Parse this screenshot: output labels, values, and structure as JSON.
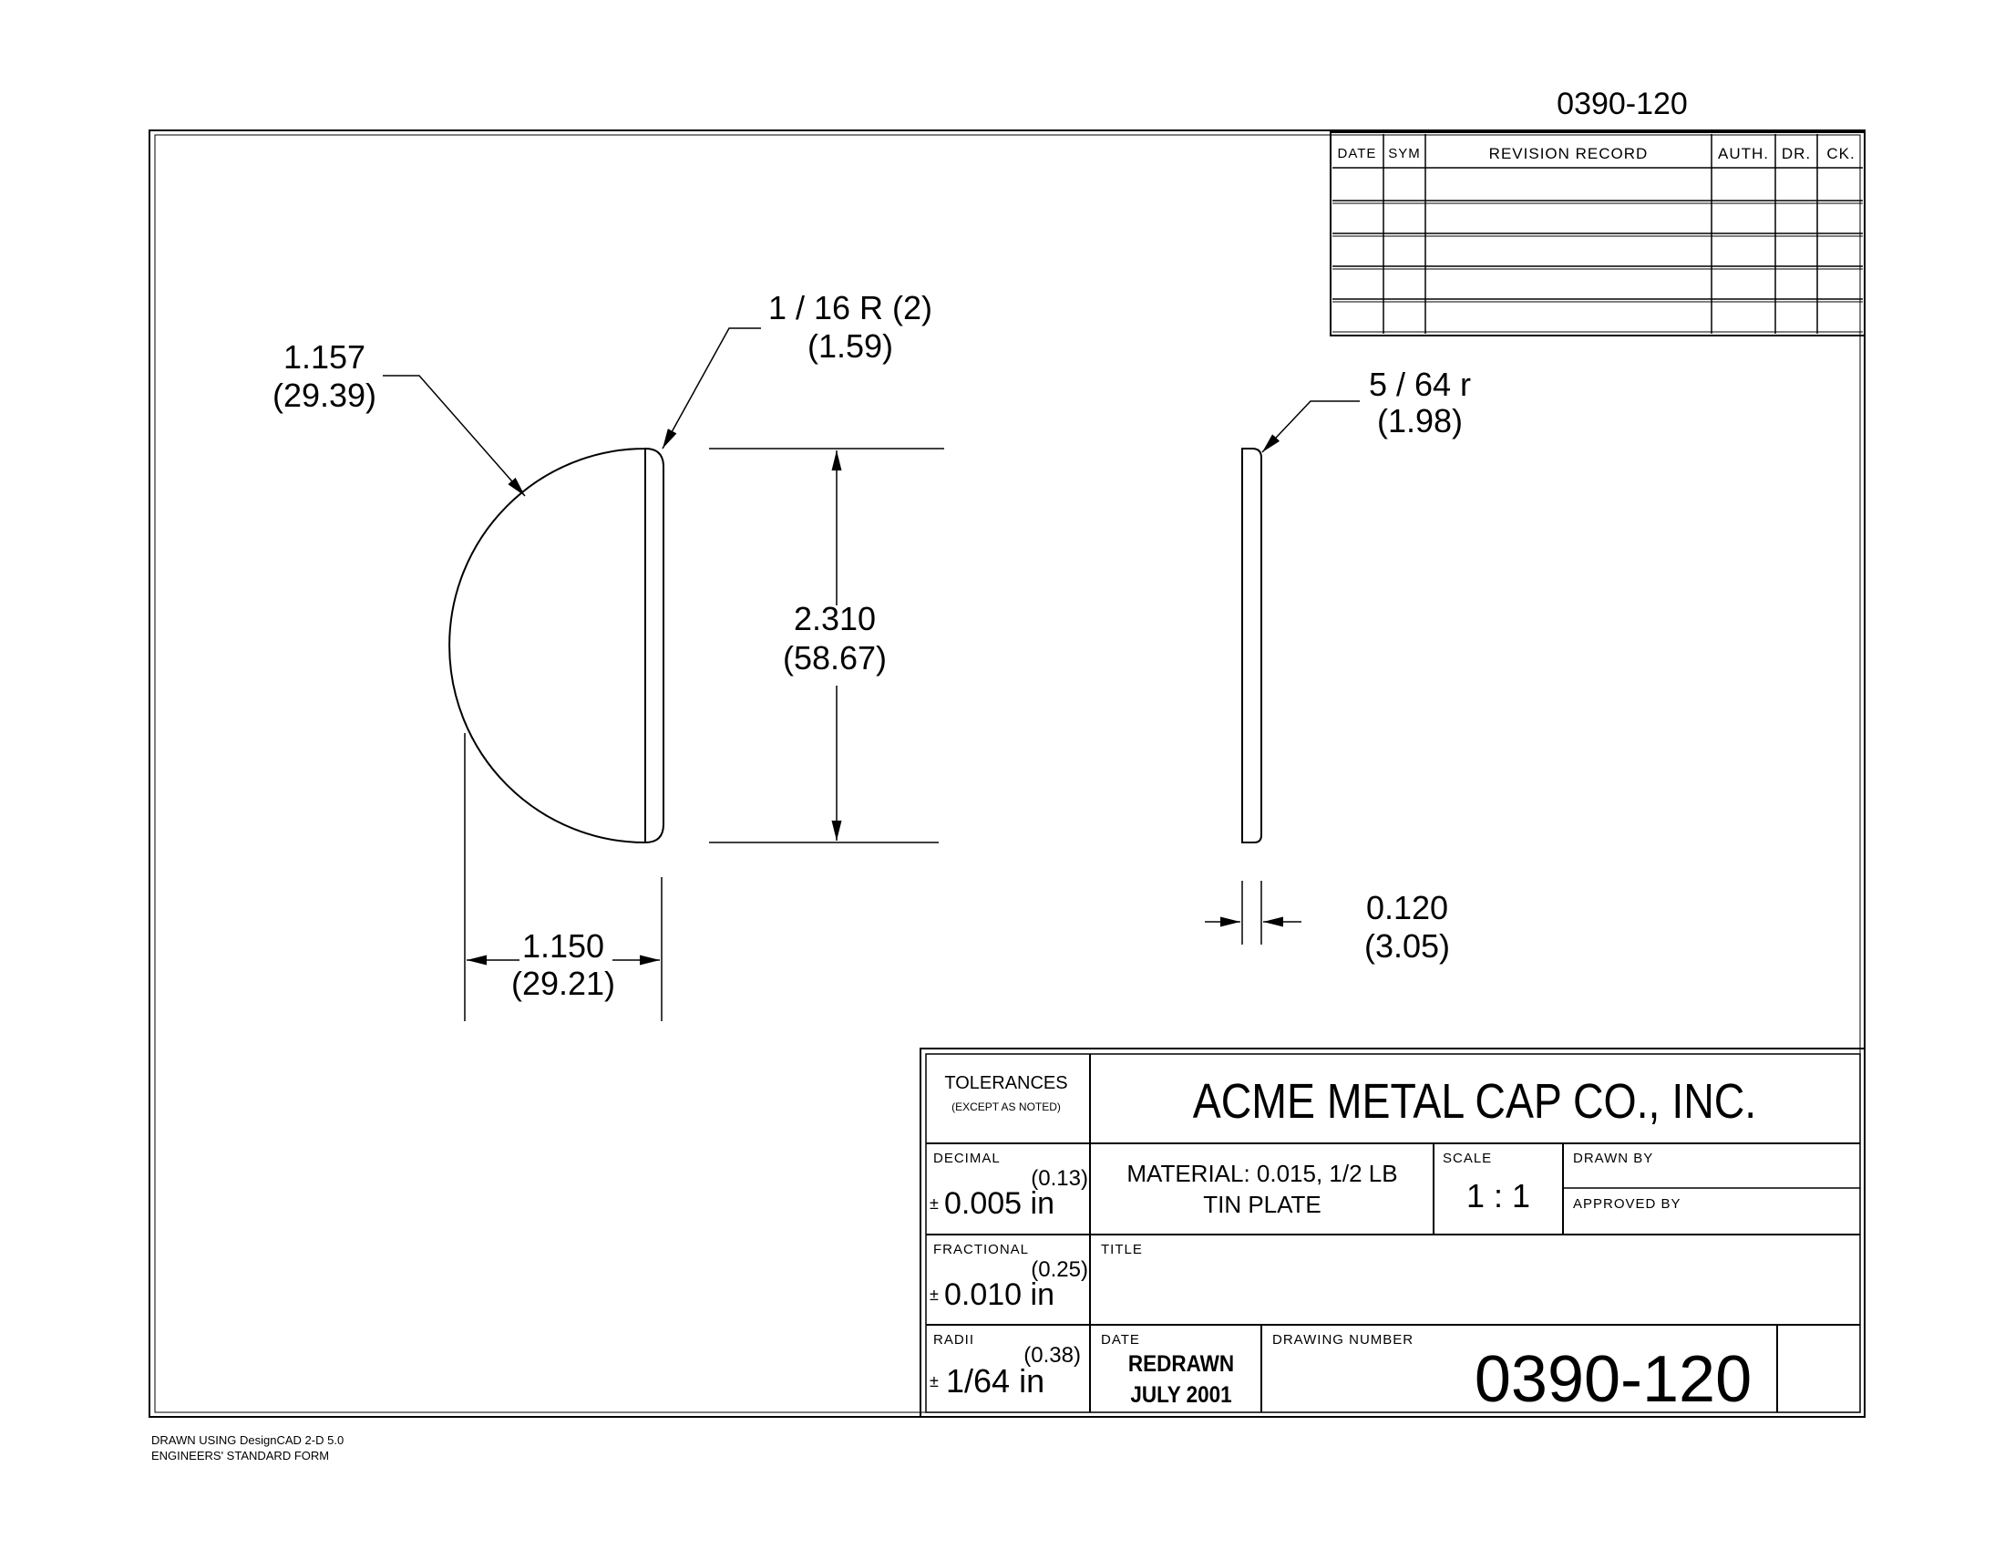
{
  "header": {
    "drawing_number_top": "0390-120"
  },
  "revision_record": {
    "headers": {
      "date": "DATE",
      "sym": "SYM",
      "record": "REVISION RECORD",
      "auth": "AUTH.",
      "dr": "DR.",
      "ck": "CK."
    },
    "rows": 5
  },
  "dimensions": {
    "top_radius": {
      "value": "1 / 16 R (2)",
      "metric": "(1.59)"
    },
    "arc": {
      "value": "1.157",
      "metric": "(29.39)"
    },
    "height": {
      "value": "2.310",
      "metric": "(58.67)"
    },
    "width": {
      "value": "1.150",
      "metric": "(29.21)"
    },
    "side_radius": {
      "value": "5 / 64 r",
      "metric": "(1.98)"
    },
    "thickness": {
      "value": "0.120",
      "metric": "(3.05)"
    }
  },
  "title_block": {
    "tolerances_label": "TOLERANCES",
    "tolerances_note": "(EXCEPT AS NOTED)",
    "company": "ACME METAL CAP CO., INC.",
    "decimal": {
      "label": "DECIMAL",
      "pm": "±",
      "value": "0.005 in",
      "metric": "(0.13)"
    },
    "fractional": {
      "label": "FRACTIONAL",
      "pm": "±",
      "value": "0.010 in",
      "metric": "(0.25)"
    },
    "radii": {
      "label": "RADII",
      "pm": "±",
      "value": "1/64 in",
      "metric": "(0.38)"
    },
    "material_line1": "MATERIAL: 0.015, 1/2 LB",
    "material_line2": "TIN PLATE",
    "scale_label": "SCALE",
    "scale_value": "1 : 1",
    "drawn_by_label": "DRAWN BY",
    "approved_by_label": "APPROVED BY",
    "title_label": "TITLE",
    "date_label": "DATE",
    "date_line1": "REDRAWN",
    "date_line2": "JULY 2001",
    "drawing_number_label": "DRAWING NUMBER",
    "drawing_number": "0390-120"
  },
  "footer": {
    "line1": "DRAWN USING DesignCAD 2-D 5.0",
    "line2": "ENGINEERS' STANDARD FORM"
  }
}
